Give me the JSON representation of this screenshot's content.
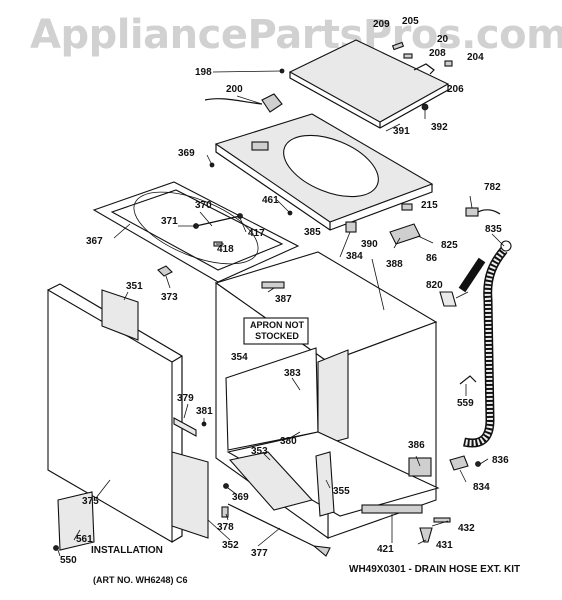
{
  "watermark": "AppliancePartsPros.com",
  "callouts": {
    "p86": "86",
    "p198": "198",
    "p200": "200",
    "p204": "204",
    "p205": "205",
    "p206": "206",
    "p208": "208",
    "p209": "209",
    "p20": "20",
    "p215": "215",
    "p351": "351",
    "p352": "352",
    "p353": "353",
    "p354": "354",
    "p355": "355",
    "p367": "367",
    "p369a": "369",
    "p369b": "369",
    "p370": "370",
    "p371": "371",
    "p373": "373",
    "p375": "375",
    "p377": "377",
    "p378": "378",
    "p379": "379",
    "p380": "380",
    "p381": "381",
    "p383": "383",
    "p384": "384",
    "p385": "385",
    "p386": "386",
    "p387": "387",
    "p388": "388",
    "p390": "390",
    "p391": "391",
    "p392": "392",
    "p417": "417",
    "p418": "418",
    "p421": "421",
    "p431": "431",
    "p432": "432",
    "p461": "461",
    "p550": "550",
    "p559": "559",
    "p561": "561",
    "p782": "782",
    "p820": "820",
    "p825": "825",
    "p834": "834",
    "p835": "835",
    "p836": "836"
  },
  "apron_note": [
    "APRON NOT",
    "STOCKED"
  ],
  "installation_label": "INSTALLATION",
  "art_number": "(ART NO. WH6248)  C6",
  "drain_hose_kit": "WH49X0301 - DRAIN HOSE EXT. KIT"
}
